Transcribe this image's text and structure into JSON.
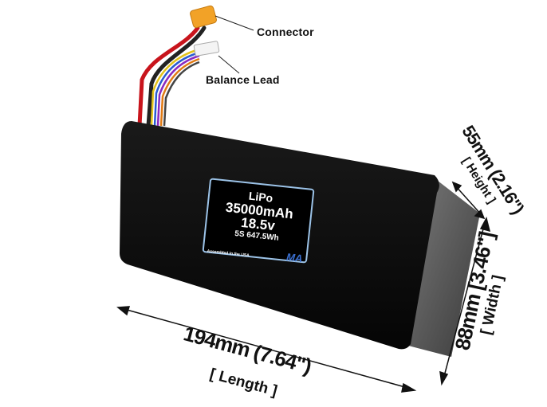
{
  "callouts": {
    "connector": "Connector",
    "balance_lead": "Balance Lead"
  },
  "label": {
    "chemistry": "LiPo",
    "capacity_voltage": "35000mAh 18.5v",
    "config_energy": "5S 647.5Wh",
    "assembled": "Assembled in the USA",
    "logo": "MA"
  },
  "dimensions": {
    "length": "194mm (7.64\")",
    "length_label": "[ Length ]",
    "height": "55mm (2.16\")",
    "height_label": "[ Height ]",
    "width": "88mm [3.46\"]",
    "width_label": "[ Width ]"
  },
  "colors": {
    "label_border": "#9cc3e8",
    "connector": "#f2a227"
  }
}
